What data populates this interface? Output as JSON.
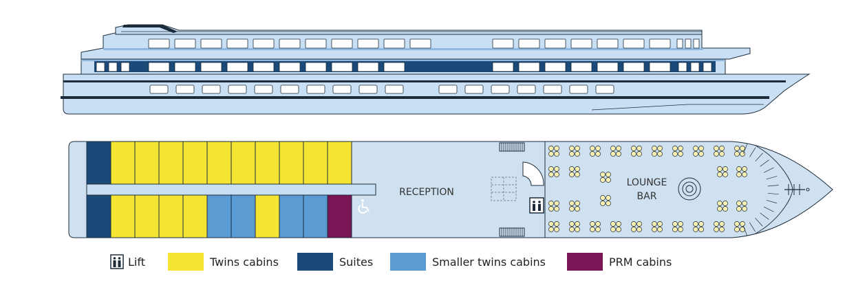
{
  "deck_labels": {
    "reception": "RECEPTION",
    "lounge_line1": "LOUNGE",
    "lounge_line2": "BAR"
  },
  "legend": [
    {
      "key": "lift",
      "label": "Lift",
      "icon": "lift-icon"
    },
    {
      "key": "twins",
      "label": "Twins cabins",
      "color": "#f5e432"
    },
    {
      "key": "suites",
      "label": "Suites",
      "color": "#1c4a78"
    },
    {
      "key": "smaller_twins",
      "label": "Smaller twins cabins",
      "color": "#5b9bd4"
    },
    {
      "key": "prm",
      "label": "PRM cabins",
      "color": "#7b1656"
    }
  ],
  "colors": {
    "hull": "#c9dff3",
    "deck_floor": "#cfe1f1",
    "outline": "#1b2b3a",
    "window_band": "#1c4a78",
    "corridor": "#c9dff3",
    "table": "#f7eeb2"
  },
  "icons": [
    "lift-icon",
    "wheelchair-icon",
    "stairs-icon",
    "anchor-icon"
  ]
}
